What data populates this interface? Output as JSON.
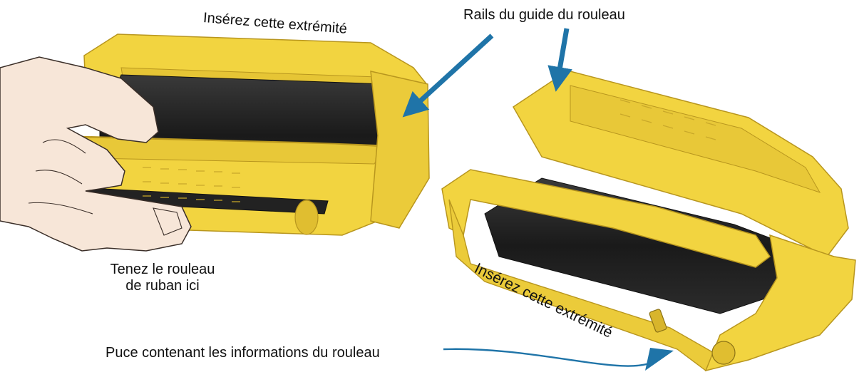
{
  "labels": {
    "insert_end_top": "Insérez cette extrémité",
    "roll_guide_rails": "Rails du guide du rouleau",
    "hold_ribbon_line1": "Tenez le rouleau",
    "hold_ribbon_line2": "de ruban ici",
    "insert_end_bottom": "Insérez cette extrémité",
    "chip_info": "Puce contenant les informations du rouleau"
  },
  "colors": {
    "cartridge_yellow": "#F2D440",
    "cartridge_shadow": "#C9A82A",
    "ribbon_black": "#1E1E1E",
    "skin": "#F7E6D8",
    "arrow_blue": "#1F74A8"
  }
}
